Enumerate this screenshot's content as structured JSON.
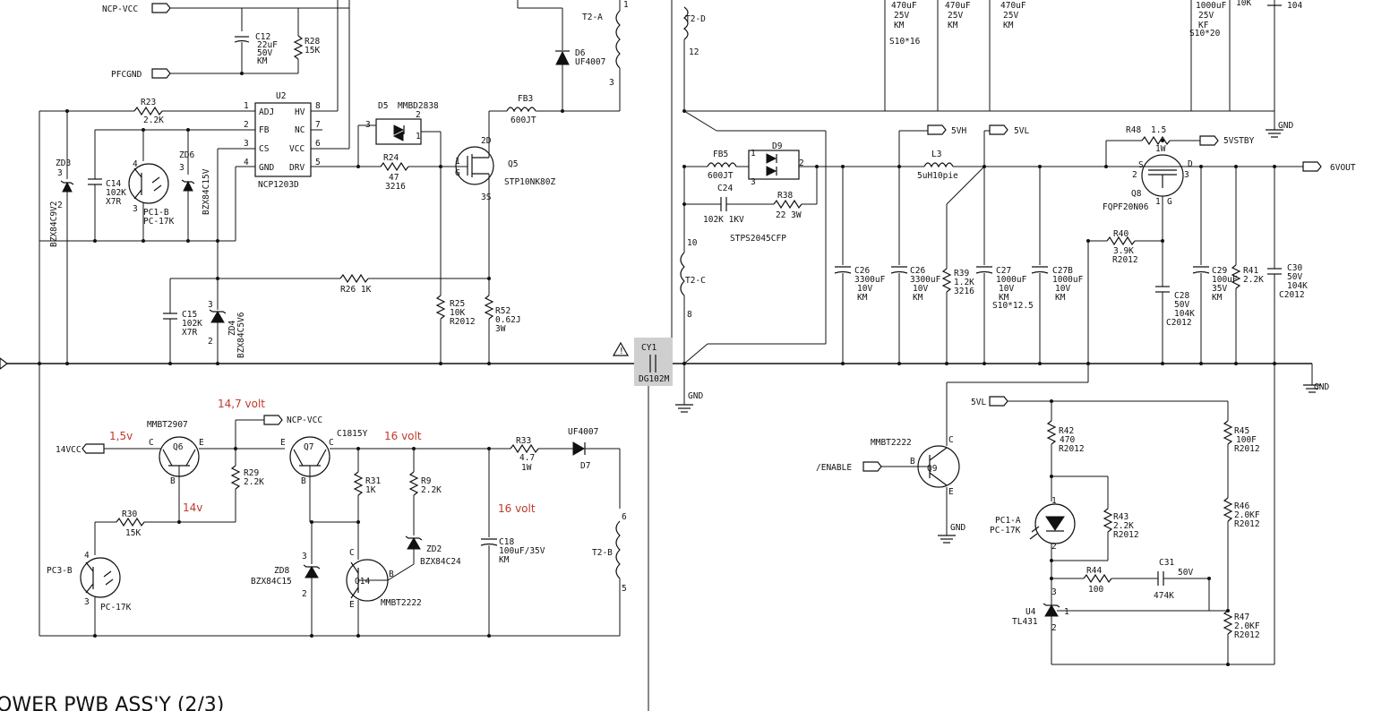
{
  "title": "OWER PWB ASS'Y (2/3)",
  "components": {
    "c12": [
      "C12",
      "22uF",
      "50V",
      "KM"
    ],
    "r28": [
      "R28",
      "15K"
    ],
    "r23": [
      "R23",
      "2.2K"
    ],
    "u2": {
      "ref": "U2",
      "part": "NCP1203D",
      "pins": {
        "p1": "ADJ",
        "p2": "FB",
        "p3": "CS",
        "p4": "GND",
        "p8": "HV",
        "p7": "NC",
        "p6": "VCC",
        "p5": "DRV"
      }
    },
    "zd3": [
      "ZD3",
      "BZX84C9V2"
    ],
    "c14": [
      "C14",
      "102K",
      "X7R"
    ],
    "pc1b": [
      "PC1-B",
      "PC-17K"
    ],
    "zd6": [
      "ZD6",
      "BZX84C15V"
    ],
    "d5": [
      "D5",
      "MMBD2838"
    ],
    "r24": [
      "R24",
      "47",
      "3216"
    ],
    "fb3": [
      "FB3",
      "600JT"
    ],
    "d6": [
      "D6",
      "UF4007"
    ],
    "t2a": "T2-A",
    "q5": [
      "Q5",
      "STP10NK80Z"
    ],
    "r26": "R26 1K",
    "r25": [
      "R25",
      "10K",
      "R2012"
    ],
    "r52": [
      "R52",
      "0.62J",
      "3W"
    ],
    "c15": [
      "C15",
      "102K",
      "X7R"
    ],
    "zd4": [
      "ZD4",
      "BZX84C5V6"
    ],
    "cy1": [
      "CY1",
      "DG102M"
    ],
    "t2d": "T2-D",
    "fb5": [
      "FB5",
      "600JT"
    ],
    "d9": "D9",
    "c24": [
      "C24",
      "102K 1KV"
    ],
    "r38": [
      "R38",
      "22 3W"
    ],
    "stps": "STPS2045CFP",
    "t2c": "T2-C",
    "c26a": [
      "C26",
      "3300uF",
      "10V",
      "KM"
    ],
    "c26b": [
      "C26",
      "3300uF",
      "10V",
      "KM"
    ],
    "l3": [
      "L3",
      "5uH10pie"
    ],
    "r39": [
      "R39",
      "1.2K",
      "3216"
    ],
    "c27": [
      "C27",
      "1000uF",
      "10V",
      "KM",
      "S10*12.5"
    ],
    "c27b": [
      "C27B",
      "1000uF",
      "10V",
      "KM"
    ],
    "r48": [
      "R48",
      "1.5",
      "1W"
    ],
    "q8": [
      "Q8",
      "FQPF20N06"
    ],
    "r40": [
      "R40",
      "3.9K",
      "R2012"
    ],
    "c28": [
      "C28",
      "50V",
      "104K",
      "C2012"
    ],
    "c29": [
      "C29",
      "100uF",
      "35V",
      "KM"
    ],
    "r41": [
      "R41",
      "2.2K"
    ],
    "c30": [
      "C30",
      "50V",
      "104K",
      "C2012"
    ],
    "top_caps": [
      [
        "470uF",
        "25V",
        "KM"
      ],
      [
        "470uF",
        "25V",
        "KM"
      ],
      [
        "470uF",
        "25V",
        "KM"
      ],
      [
        "1000uF",
        "25V",
        "KF",
        "S10*20"
      ]
    ],
    "top_small": [
      "10K",
      "104"
    ],
    "q6": [
      "Q6",
      "MMBT2907"
    ],
    "q7": [
      "Q7",
      "C1815Y"
    ],
    "r29": [
      "R29",
      "2.2K"
    ],
    "r30": [
      "R30",
      "15K"
    ],
    "pc3b": [
      "PC3-B",
      "PC-17K"
    ],
    "r31": [
      "R31",
      "1K"
    ],
    "r9": [
      "R9",
      "2.2K"
    ],
    "zd8": [
      "ZD8",
      "BZX84C15"
    ],
    "q14": [
      "Q14",
      "MMBT2222"
    ],
    "zd2": [
      "ZD2",
      "BZX84C24"
    ],
    "r33": [
      "R33",
      "4.7",
      "1W"
    ],
    "d7": [
      "UF4007",
      "D7"
    ],
    "c18": [
      "C18",
      "100uF/35V",
      "KM"
    ],
    "t2b": "T2-B",
    "q9": [
      "Q9",
      "MMBT2222"
    ],
    "r42": [
      "R42",
      "470",
      "R2012"
    ],
    "pc1a": [
      "PC1-A",
      "PC-17K"
    ],
    "r43": [
      "R43",
      "2.2K",
      "R2012"
    ],
    "r44": [
      "R44",
      "100"
    ],
    "c31": [
      "C31",
      "474K",
      "50V"
    ],
    "u4": [
      "U4",
      "TL431"
    ],
    "r45": [
      "R45",
      "100F",
      "R2012"
    ],
    "r46": [
      "R46",
      "2.0KF",
      "R2012"
    ],
    "r47": [
      "R47",
      "2.0KF",
      "R2012"
    ]
  },
  "nets": {
    "ncp_vcc": "NCP-VCC",
    "pfcgnd": "PFCGND",
    "vcc14": "14VCC",
    "fivevh": "5VH",
    "fivevl": "5VL",
    "fivevstby": "5VSTBY",
    "sixvout": "6VOUT",
    "enable": "/ENABLE",
    "gnd": "GND",
    "fivevl2": "5VL"
  },
  "pins": {
    "t2a3": "3",
    "t2d12": "12",
    "t2c10": "10",
    "t2c8": "8",
    "t2b6": "6",
    "t2b5": "5",
    "q5g": "G",
    "q5d": "2D",
    "q5s": "3S",
    "n1": "1",
    "n2": "2",
    "n3": "3"
  },
  "voltages": {
    "v1": "1,5v",
    "v2": "14,7 volt",
    "v3": "16 volt",
    "v4": "14v",
    "v5": "16 volt"
  },
  "colors": {
    "ink": "#111111",
    "annotation": "#c0392b",
    "cy1_highlight": "#cfcfcf"
  }
}
